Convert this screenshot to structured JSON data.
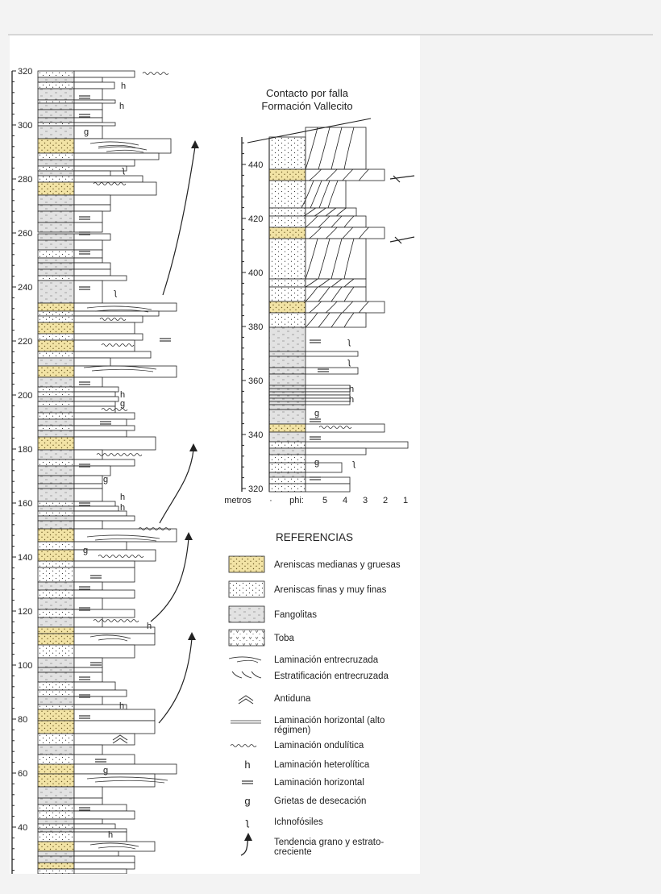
{
  "section_right": {
    "title_line1": "Contacto por falla",
    "title_line2": "Formación Vallecito",
    "ticks": [
      "440",
      "420",
      "400",
      "380",
      "360",
      "340",
      "320"
    ],
    "axis_label": "metros",
    "phi_label": "phi:",
    "phi_values": [
      "5",
      "4",
      "3",
      "2",
      "1"
    ]
  },
  "section_left": {
    "ticks": [
      "320",
      "300",
      "280",
      "260",
      "240",
      "220",
      "200",
      "180",
      "160",
      "140",
      "120",
      "100",
      "80",
      "60",
      "40"
    ]
  },
  "references": {
    "title": "REFERENCIAS",
    "items": [
      {
        "label": "Areniscas medianas y gruesas",
        "icon": "box-yellow"
      },
      {
        "label": "Areniscas finas y muy finas",
        "icon": "box-dots"
      },
      {
        "label": "Fangolitas",
        "icon": "box-gray"
      },
      {
        "label": "Toba",
        "icon": "box-toba"
      },
      {
        "label": "Laminación entrecruzada",
        "icon": "cross-lamination"
      },
      {
        "label": "Estratificación entrecruzada",
        "icon": "cross-bedding"
      },
      {
        "label": "Antiduna",
        "icon": "antidune"
      },
      {
        "label": "Laminación horizontal (alto",
        "label2": "régimen)",
        "icon": "horizontal-high"
      },
      {
        "label": "Laminación ondulítica",
        "icon": "ripple"
      },
      {
        "label": "Laminación heterolítica",
        "icon": "letter",
        "glyph": "h"
      },
      {
        "label": "Laminación horizontal",
        "icon": "horizontal"
      },
      {
        "label": "Grietas de desecación",
        "icon": "letter",
        "glyph": "g"
      },
      {
        "label": "Ichnofósiles",
        "icon": "letter",
        "glyph": "ʅ"
      },
      {
        "label": "Tendencia grano y estrato-",
        "label2": "creciente",
        "icon": "arrow"
      }
    ]
  },
  "marks": {
    "h": "h",
    "g": "g",
    "ichno": "ʅ"
  },
  "colors": {
    "sand": "#f2e3a5",
    "mud": "#e2e2e2",
    "line": "#222222",
    "background": "#f3f3f3"
  }
}
